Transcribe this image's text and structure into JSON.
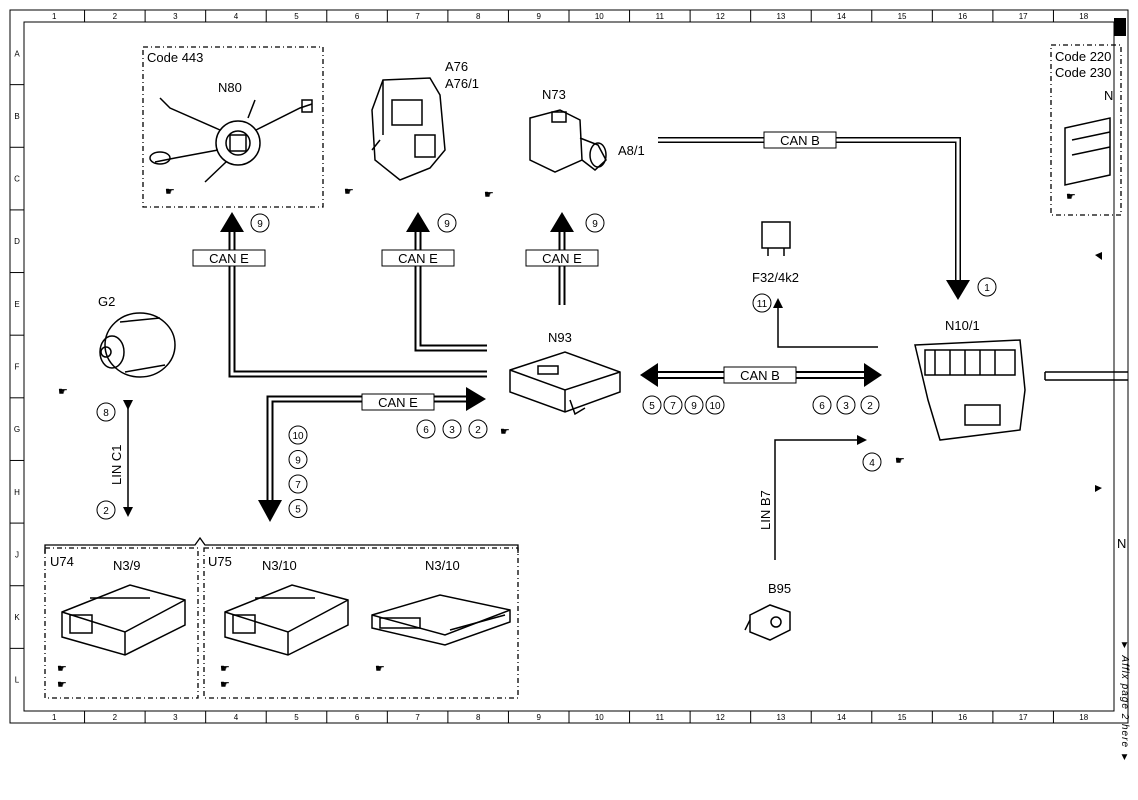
{
  "grid": {
    "columns": [
      "1",
      "2",
      "3",
      "4",
      "5",
      "6",
      "7",
      "8",
      "9",
      "10",
      "11",
      "12",
      "13",
      "14",
      "15",
      "16",
      "17",
      "18"
    ],
    "rows": [
      "A",
      "B",
      "C",
      "D",
      "E",
      "F",
      "G",
      "H",
      "J",
      "K",
      "L"
    ]
  },
  "components": {
    "code443": "Code 443",
    "n80": "N80",
    "a76": "A76",
    "a76_1": "A76/1",
    "n73": "N73",
    "a8_1": "A8/1",
    "code220": "Code 220",
    "code230": "Code 230",
    "n_right_top": "N",
    "n_right_mid": "N",
    "f32": "F32/4k2",
    "n10_1": "N10/1",
    "n93": "N93",
    "g2": "G2",
    "u74": "U74",
    "n3_9": "N3/9",
    "u75": "U75",
    "n3_10a": "N3/10",
    "n3_10b": "N3/10",
    "b95": "B95"
  },
  "buses": {
    "can_e": "CAN E",
    "can_b": "CAN B",
    "lin_c1": "LIN C1",
    "lin_b7": "LIN B7"
  },
  "circled": {
    "n80": "9",
    "a76": "9",
    "n73": "9",
    "n10_in": "1",
    "f32": "11",
    "g2_top": "8",
    "g2_bot": "2",
    "u_list": [
      "10",
      "9",
      "7",
      "5"
    ],
    "n93_in": [
      "6",
      "3",
      "2"
    ],
    "canb_left": [
      "5",
      "7",
      "9",
      "10"
    ],
    "canb_right": [
      "6",
      "3",
      "2"
    ],
    "lin_b7": "4"
  },
  "footer": {
    "affix": "▼ Affix page 2 here ▼"
  }
}
